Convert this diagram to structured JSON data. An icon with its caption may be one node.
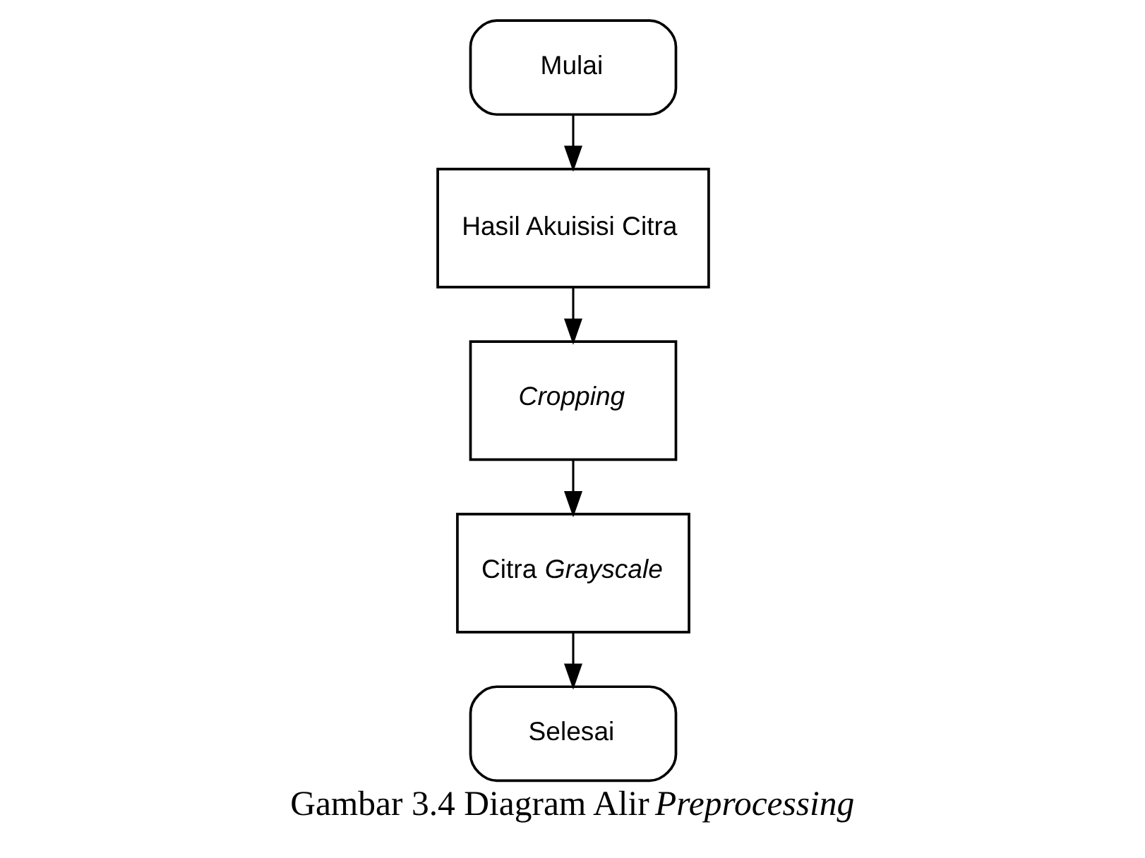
{
  "diagram": {
    "caption": "Gambar 3.4 Diagram Alir *Preprocessing*",
    "nodes": [
      {
        "text": [
          "Mulai"
        ]
      },
      {
        "text": [
          "Hasil Akuisisi Citra"
        ]
      },
      {
        "text": [
          "Cropping"
        ]
      },
      {
        "text": [
          "Citra *Grayscale*"
        ]
      },
      {
        "text": [
          "Selesai"
        ]
      }
    ],
    "edges": [
      {
        "from": 0,
        "to": 1,
        "arrow": "to"
      },
      {
        "from": 1,
        "to": 2,
        "arrow": "to"
      },
      {
        "from": 2,
        "to": 3,
        "arrow": "to"
      },
      {
        "from": 3,
        "to": 4,
        "arrow": "to"
      }
    ]
  }
}
